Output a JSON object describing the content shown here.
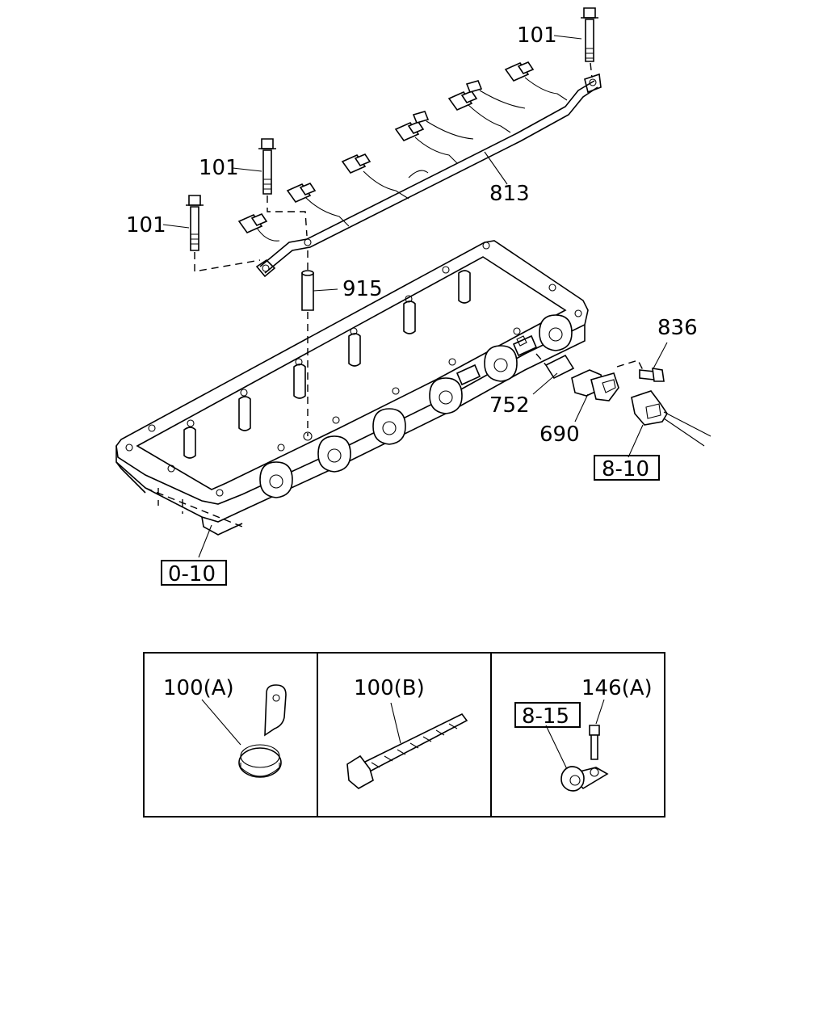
{
  "callouts": {
    "bolt_top": "101",
    "bolt_mid": "101",
    "bolt_left": "101",
    "harness": "813",
    "dowel": "915",
    "sensor_bolt": "836",
    "gasket": "752",
    "sensor": "690"
  },
  "references": {
    "connector_ref": "8-10",
    "housing_ref": "0-10"
  },
  "inset_panels": [
    {
      "label": "100(A)"
    },
    {
      "label": "100(B)"
    },
    {
      "label": "146(A)",
      "ref": "8-15"
    }
  ]
}
